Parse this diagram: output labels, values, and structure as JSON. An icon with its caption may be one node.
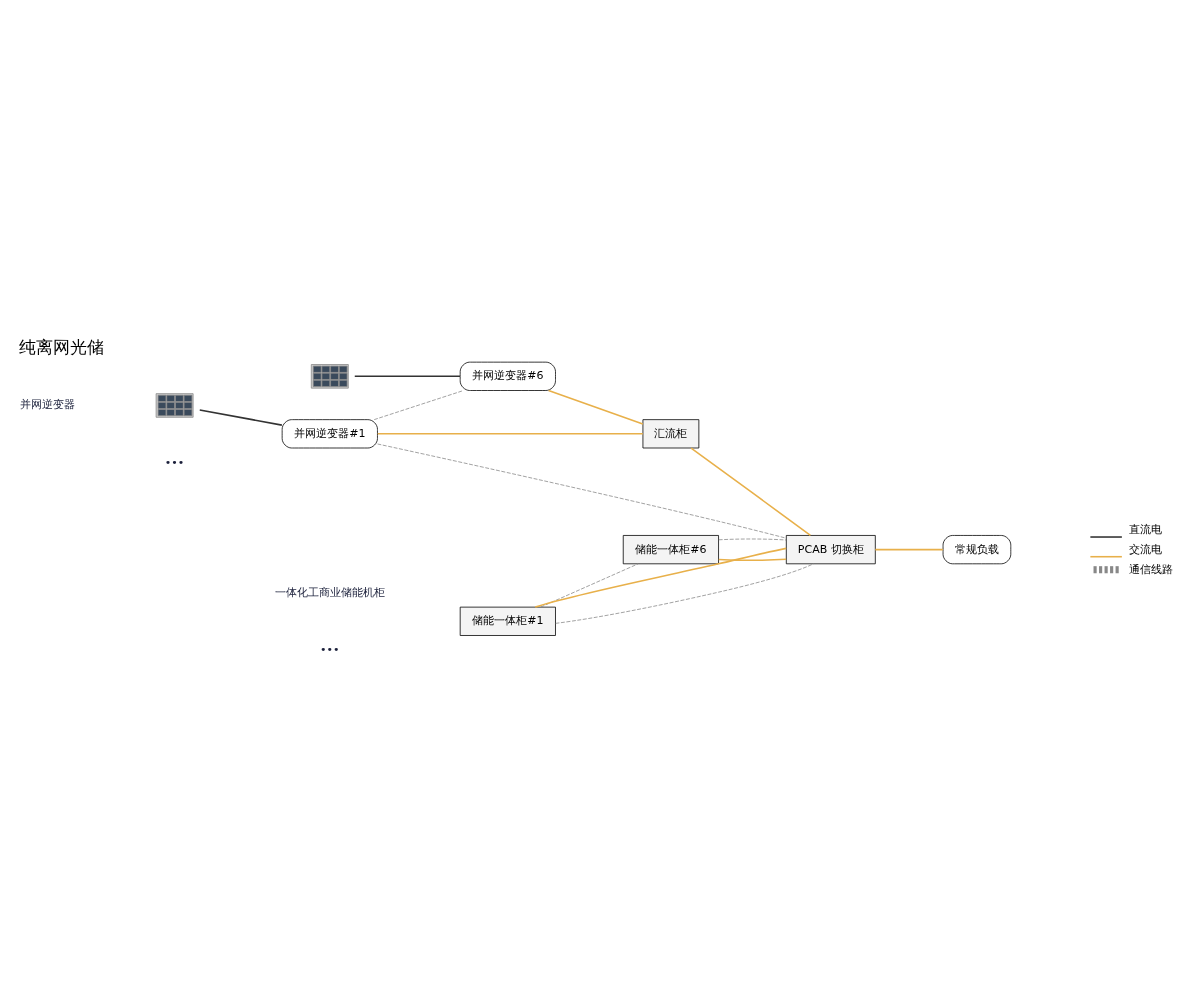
{
  "diagram": {
    "title": "纯离网光储",
    "nodes": [
      {
        "text": [
          "储能一体柜#1"
        ]
      },
      {
        "text": [
          "储能一体柜#6"
        ]
      },
      {
        "text": [
          "PCAB 切换柜"
        ]
      },
      {
        "text": [
          "常规负载"
        ]
      },
      {
        "text": [],
        "shape": "picture"
      },
      {
        "text": [
          "并网逆变器#1"
        ]
      },
      {
        "text": [
          "汇流柜"
        ]
      },
      {
        "text": [],
        "shape": "picture"
      },
      {
        "text": [
          "并网逆变器#6"
        ]
      }
    ],
    "edges": [
      {
        "from": 0,
        "to": 2,
        "arrow": "none",
        "style": "dashed",
        "color": "#888888"
      },
      {
        "from": 0,
        "to": 2,
        "arrow": "none"
      },
      {
        "from": 0,
        "to": 1,
        "arrow": "none",
        "style": "dashed",
        "color": "#888888"
      },
      {
        "from": 1,
        "to": 2,
        "arrow": "none"
      },
      {
        "from": 1,
        "to": 2,
        "arrow": "none",
        "style": "dashed",
        "color": "#888888"
      },
      {
        "from": 2,
        "to": 3,
        "arrow": "none"
      },
      {
        "from": 5,
        "to": 2,
        "arrow": "none",
        "style": "dashed",
        "color": "#888888"
      },
      {
        "from": 4,
        "to": 5,
        "arrow": "none",
        "color": "#333333"
      },
      {
        "from": 5,
        "to": 6,
        "arrow": "none"
      },
      {
        "from": 5,
        "to": 8,
        "arrow": "none",
        "style": "dashed",
        "color": "#888888"
      },
      {
        "from": 6,
        "to": 2,
        "arrow": "none"
      },
      {
        "from": 7,
        "to": 8,
        "arrow": "none",
        "color": "#333333"
      },
      {
        "from": 8,
        "to": 6,
        "arrow": "none"
      }
    ],
    "labels": [
      "一体化工商业储能机柜",
      "•••",
      "•••",
      "并网逆变器"
    ],
    "legend": [
      {
        "text": "直流电"
      },
      {
        "text": "交流电"
      },
      {
        "text": "通信线路"
      }
    ]
  }
}
